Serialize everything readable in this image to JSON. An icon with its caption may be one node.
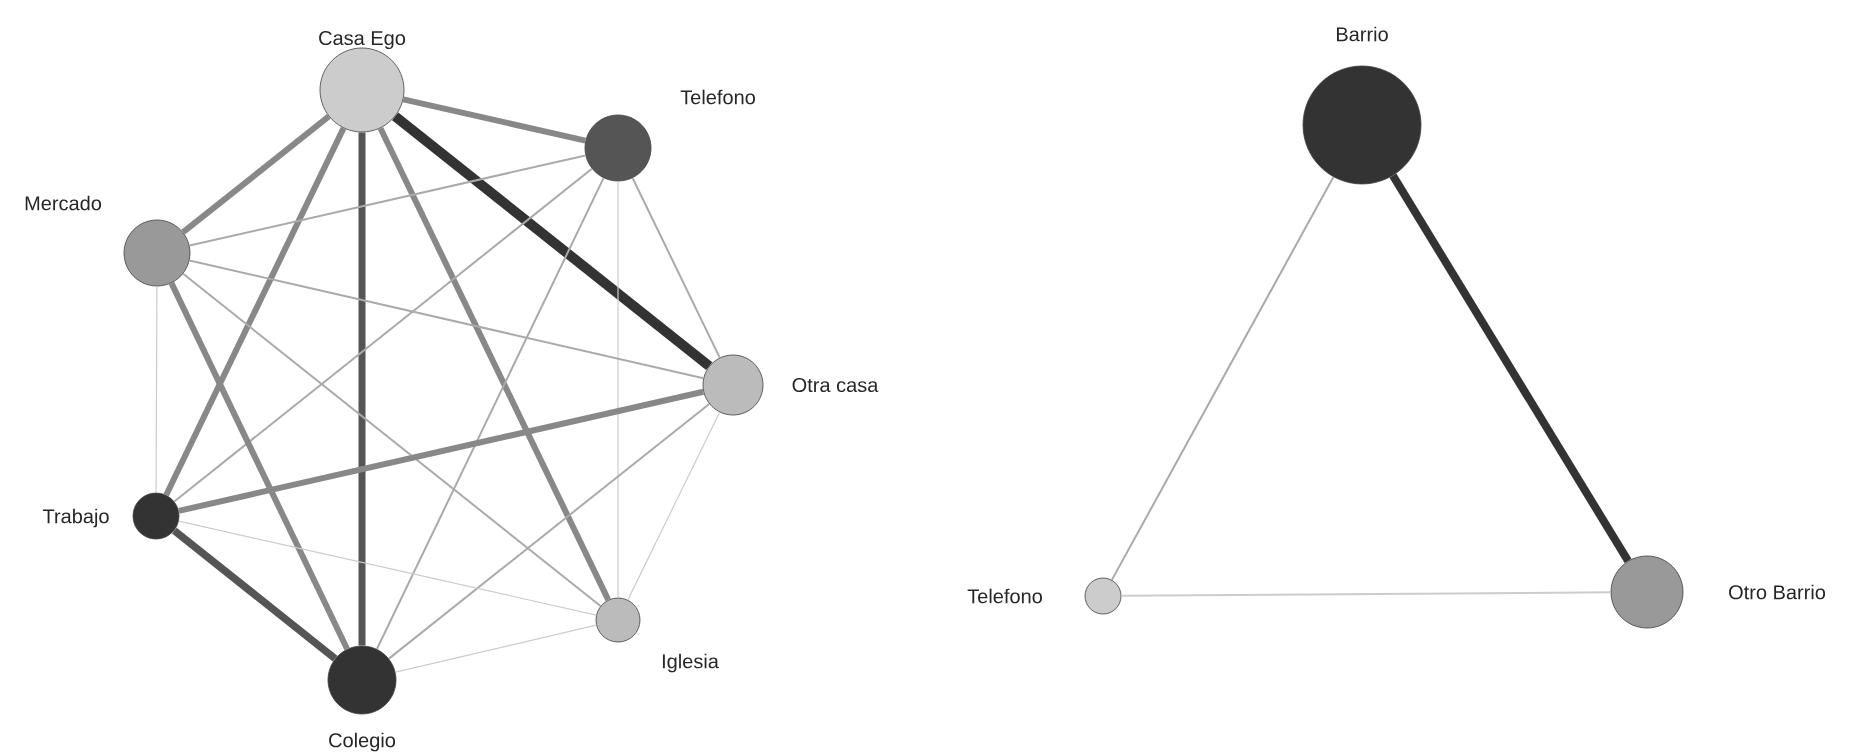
{
  "diagram": {
    "nodes": [
      {
        "text": [
          "Casa Ego"
        ]
      },
      {
        "text": [
          "Telefono"
        ]
      },
      {
        "text": [
          "Mercado"
        ]
      },
      {
        "text": [
          "Otra casa"
        ]
      },
      {
        "text": [
          "Trabajo"
        ]
      },
      {
        "text": [
          "Iglesia"
        ]
      },
      {
        "text": [
          "Colegio"
        ]
      },
      {
        "text": [
          "Barrio"
        ]
      },
      {
        "text": [
          "Telefono"
        ]
      },
      {
        "text": [
          "Otro Barrio"
        ]
      }
    ],
    "edges": [
      {
        "from": 0,
        "to": 1,
        "arrow": "none",
        "style": "thick",
        "color": "#888888"
      },
      {
        "from": 0,
        "to": 2,
        "arrow": "none",
        "style": "thick",
        "color": "#888888"
      },
      {
        "from": 0,
        "to": 3,
        "arrow": "none",
        "style": "thick",
        "color": "#333333"
      },
      {
        "from": 0,
        "to": 4,
        "arrow": "none",
        "style": "thick",
        "color": "#888888"
      },
      {
        "from": 0,
        "to": 6,
        "arrow": "none",
        "style": "thick",
        "color": "#555555"
      },
      {
        "from": 0,
        "to": 5,
        "arrow": "none",
        "style": "thick",
        "color": "#888888"
      },
      {
        "from": 1,
        "to": 2,
        "arrow": "none",
        "color": "#aaaaaa"
      },
      {
        "from": 1,
        "to": 3,
        "arrow": "none",
        "color": "#aaaaaa"
      },
      {
        "from": 1,
        "to": 4,
        "arrow": "none",
        "color": "#aaaaaa"
      },
      {
        "from": 1,
        "to": 6,
        "arrow": "none",
        "color": "#aaaaaa"
      },
      {
        "from": 1,
        "to": 5,
        "arrow": "none",
        "color": "#cccccc"
      },
      {
        "from": 2,
        "to": 3,
        "arrow": "none",
        "color": "#aaaaaa"
      },
      {
        "from": 2,
        "to": 4,
        "arrow": "none",
        "color": "#cccccc"
      },
      {
        "from": 2,
        "to": 6,
        "arrow": "none",
        "style": "thick",
        "color": "#888888"
      },
      {
        "from": 2,
        "to": 5,
        "arrow": "none",
        "color": "#aaaaaa"
      },
      {
        "from": 3,
        "to": 4,
        "arrow": "none",
        "style": "thick",
        "color": "#888888"
      },
      {
        "from": 3,
        "to": 6,
        "arrow": "none",
        "color": "#aaaaaa"
      },
      {
        "from": 3,
        "to": 5,
        "arrow": "none",
        "color": "#cccccc"
      },
      {
        "from": 4,
        "to": 6,
        "arrow": "none",
        "style": "thick",
        "color": "#555555"
      },
      {
        "from": 4,
        "to": 5,
        "arrow": "none",
        "color": "#cccccc"
      },
      {
        "from": 6,
        "to": 5,
        "arrow": "none",
        "color": "#cccccc"
      },
      {
        "from": 7,
        "to": 8,
        "arrow": "none",
        "color": "#aaaaaa"
      },
      {
        "from": 7,
        "to": 9,
        "arrow": "none",
        "style": "thick",
        "color": "#333333"
      },
      {
        "from": 8,
        "to": 9,
        "arrow": "none",
        "color": "#cccccc"
      }
    ]
  }
}
